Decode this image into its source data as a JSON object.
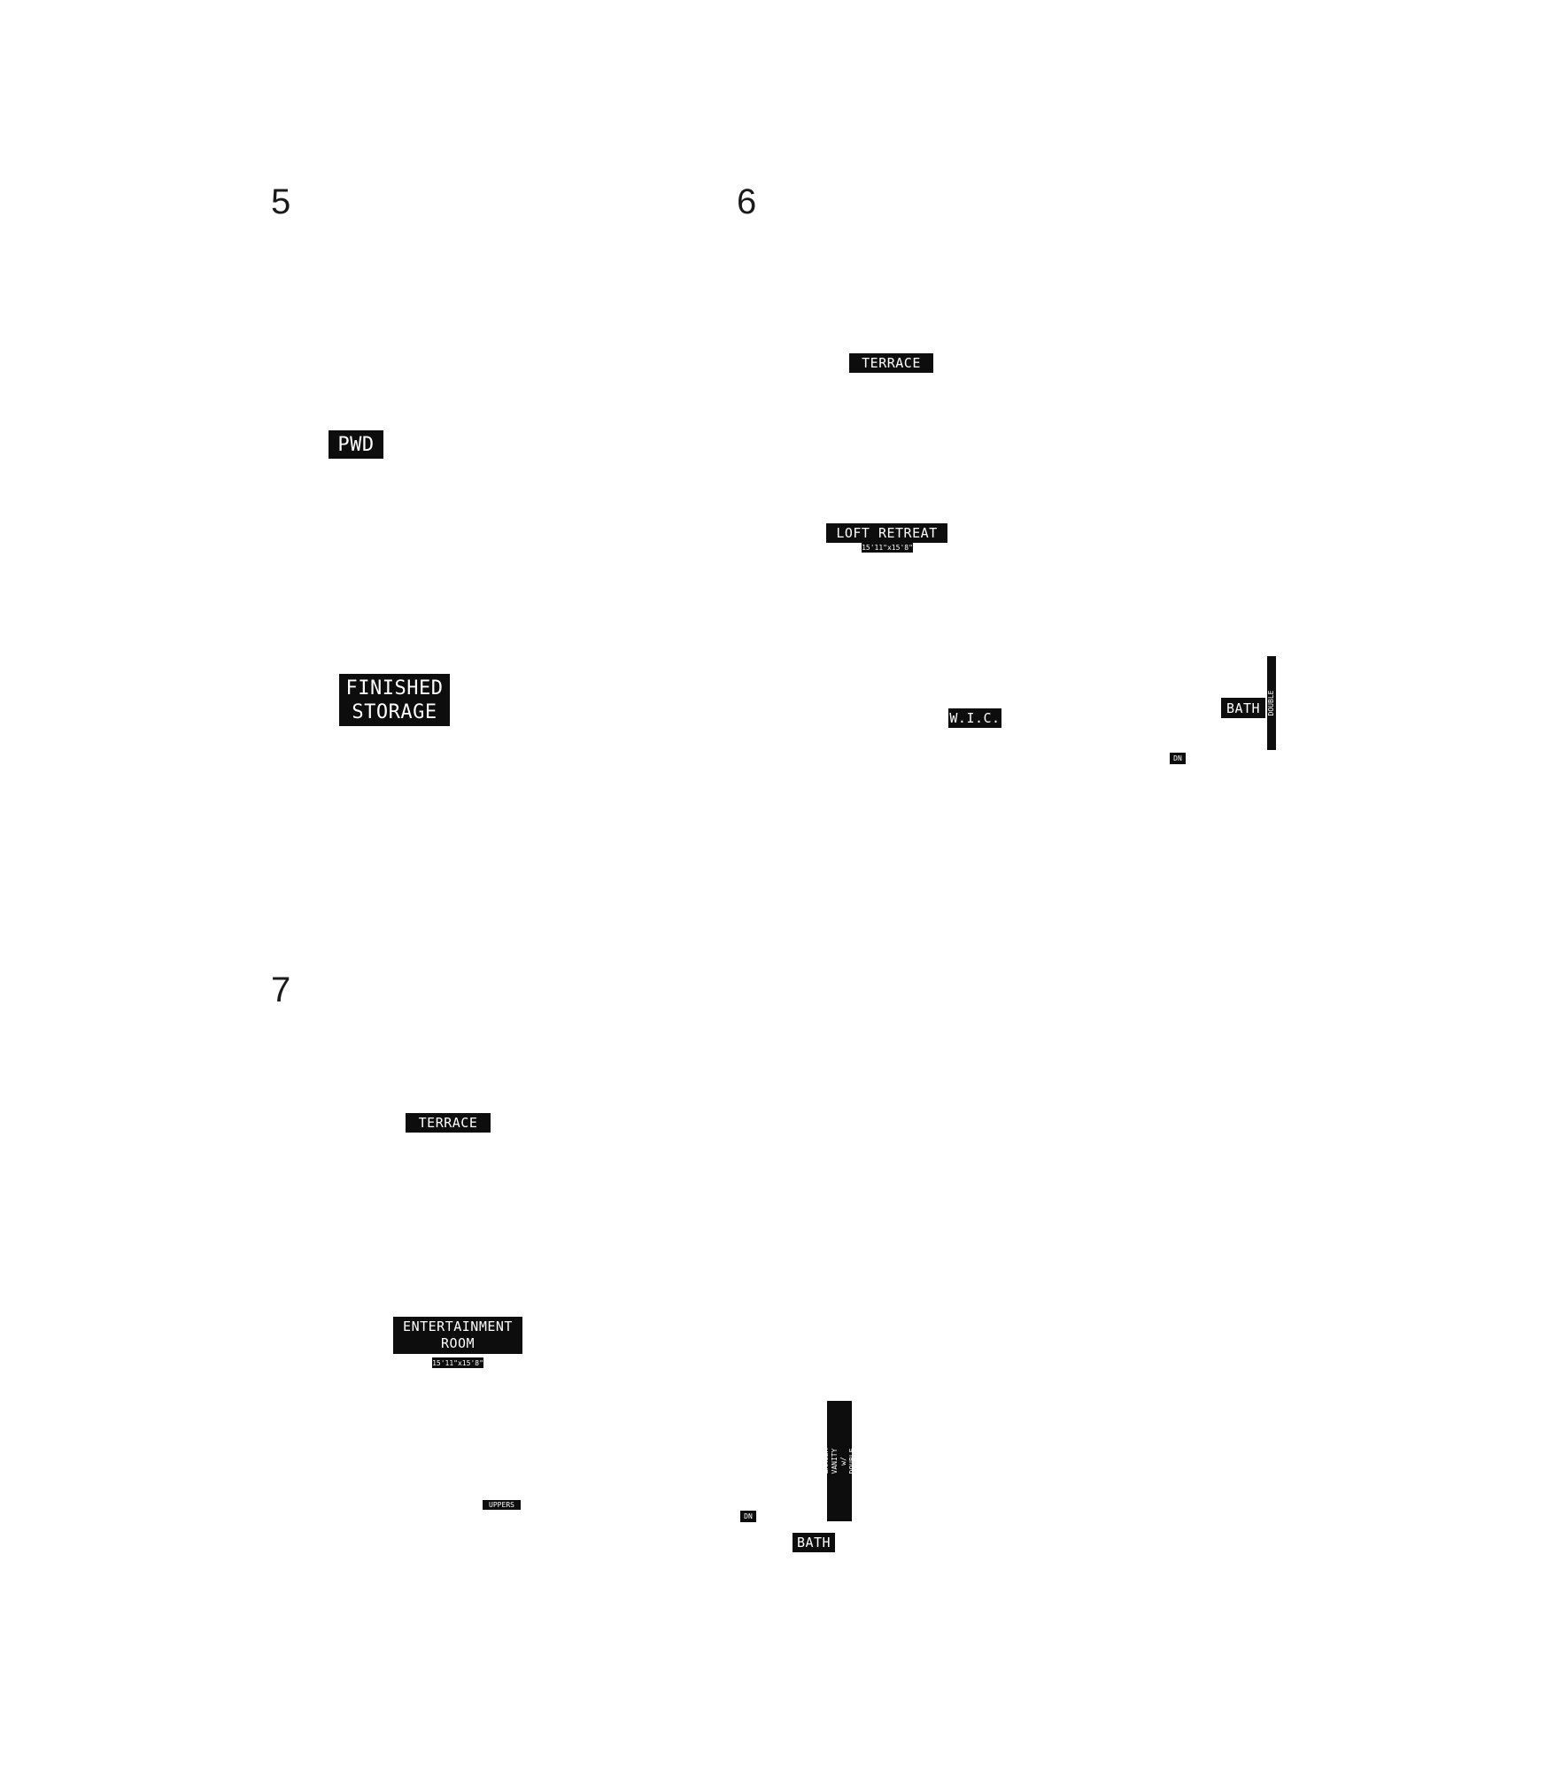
{
  "panels": {
    "p5": {
      "number": "5",
      "labels": {
        "pwd": "PWD",
        "finished_storage": "FINISHED\nSTORAGE"
      }
    },
    "p6": {
      "number": "6",
      "labels": {
        "terrace": "TERRACE",
        "loft_retreat": "LOFT RETREAT",
        "loft_dims": "15'11\"x15'8\"",
        "wic": "W.I.C.",
        "bath": "BATH",
        "opt_double_sinks": "OPT. DOUBLE SINKS",
        "dn": "DN"
      }
    },
    "p7": {
      "number": "7",
      "labels": {
        "terrace": "TERRACE",
        "entertainment_room": "ENTERTAINMENT\nROOM",
        "entertainment_dims": "15'11\"x15'8\"",
        "uppers": "UPPERS",
        "opt_vanity": "OPT. LARGER VANITY w/\nDOUBLE SINKS",
        "dn": "DN",
        "bath": "BATH"
      }
    }
  }
}
